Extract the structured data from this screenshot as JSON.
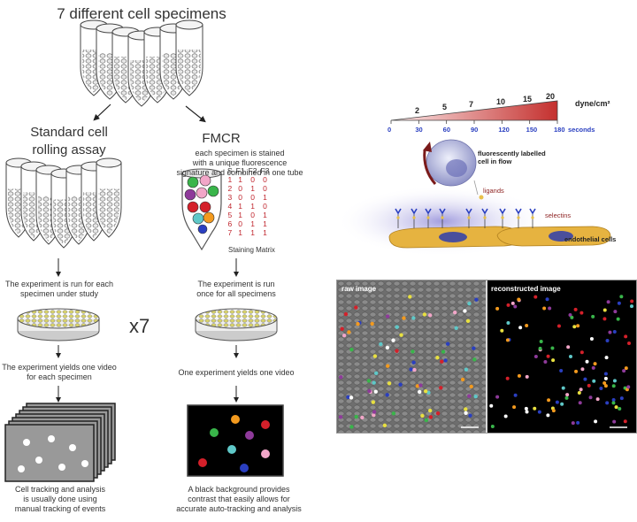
{
  "title": "7 different cell specimens",
  "standard": {
    "title_line1": "Standard cell",
    "title_line2": "rolling assay",
    "step1_line1": "The experiment is run for each",
    "step1_line2": "specimen under study",
    "multiplier": "x7",
    "step2_line1": "The experiment yields one video",
    "step2_line2": "for each specimen",
    "step3_line1": "Cell tracking and analysis",
    "step3_line2": "is usually done using",
    "step3_line3": "manual tracking of events"
  },
  "fmcr": {
    "title": "FMCR",
    "desc_line1": "each specimen is stained",
    "desc_line2": "with a unique fluorescence",
    "desc_line3": "signature and combined in one tube",
    "matrix_header": [
      "S",
      "F1",
      "F2",
      "F3"
    ],
    "matrix_rows": [
      [
        "1",
        "1",
        "0",
        "0"
      ],
      [
        "2",
        "0",
        "1",
        "0"
      ],
      [
        "3",
        "0",
        "0",
        "1"
      ],
      [
        "4",
        "1",
        "1",
        "0"
      ],
      [
        "5",
        "1",
        "0",
        "1"
      ],
      [
        "6",
        "0",
        "1",
        "1"
      ],
      [
        "7",
        "1",
        "1",
        "1"
      ]
    ],
    "matrix_label": "Staining Matrix",
    "step1_line1": "The experiment is run",
    "step1_line2": "once for all specimens",
    "step2": "One experiment yields one video",
    "step3_line1": "A black background  provides",
    "step3_line2": "contrast that  easily allows for",
    "step3_line3": "accurate auto-tracking and analysis"
  },
  "shear": {
    "unit_top": "dyne/cm²",
    "stress_ticks": [
      "2",
      "5",
      "7",
      "10",
      "15",
      "20"
    ],
    "time_ticks": [
      "0",
      "30",
      "60",
      "90",
      "120",
      "150",
      "180"
    ],
    "time_unit": "seconds"
  },
  "cell_diagram": {
    "cell_label_line1": "fluorescently labelled",
    "cell_label_line2": "cell in flow",
    "ligands": "ligands",
    "selectins": "selectins",
    "endothelial": "endothelial cells"
  },
  "images": {
    "raw": "raw image",
    "reconstructed": "reconstructed image"
  },
  "colors": {
    "red": "#d4202a",
    "green": "#39b54a",
    "purple": "#8e3a9a",
    "cyan": "#5fc8c8",
    "pink": "#f2a6c8",
    "orange": "#f39a1e",
    "blue_text": "#2a3fc0"
  }
}
